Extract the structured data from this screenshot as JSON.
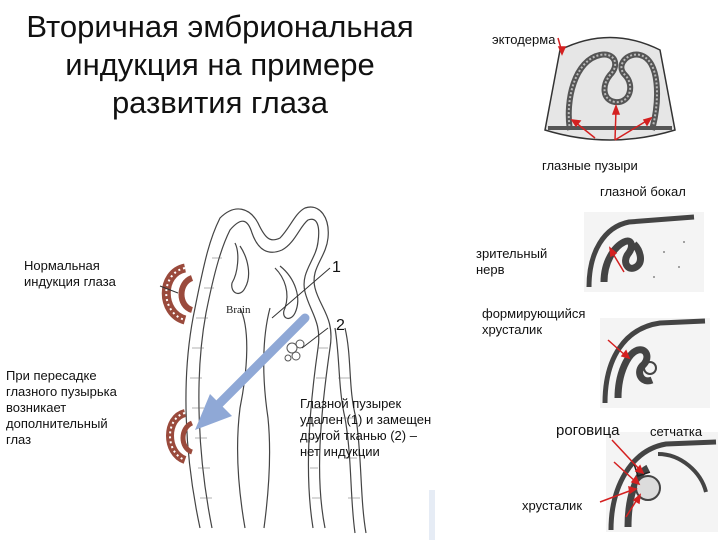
{
  "title": "Вторичная эмбриональная индукция на примере развития глаза",
  "left_figure": {
    "label_normal": "Нормальная индукция глаза",
    "label_transplant": "При пересадке глазного пузырька возникает дополнительный глаз",
    "label_removed": "Глазной пузырек удален (1) и замещен другой тканью (2) – нет индукции",
    "marker_1": "1",
    "marker_2": "2",
    "brain_label": "Brain",
    "arrow_color": "#8fa8d6",
    "eye_color": "#9a4a3c"
  },
  "right_figure": {
    "label_ectoderm": "эктодерма",
    "label_optic_vesicles": "глазные пузыри",
    "label_optic_cup": "глазной бокал",
    "label_optic_nerve": "зрительный нерв",
    "label_forming_lens": "формирующийся хрусталик",
    "label_cornea": "роговица",
    "label_retina": "сетчатка",
    "label_lens": "хрусталик",
    "arrow_color": "#d42020"
  }
}
